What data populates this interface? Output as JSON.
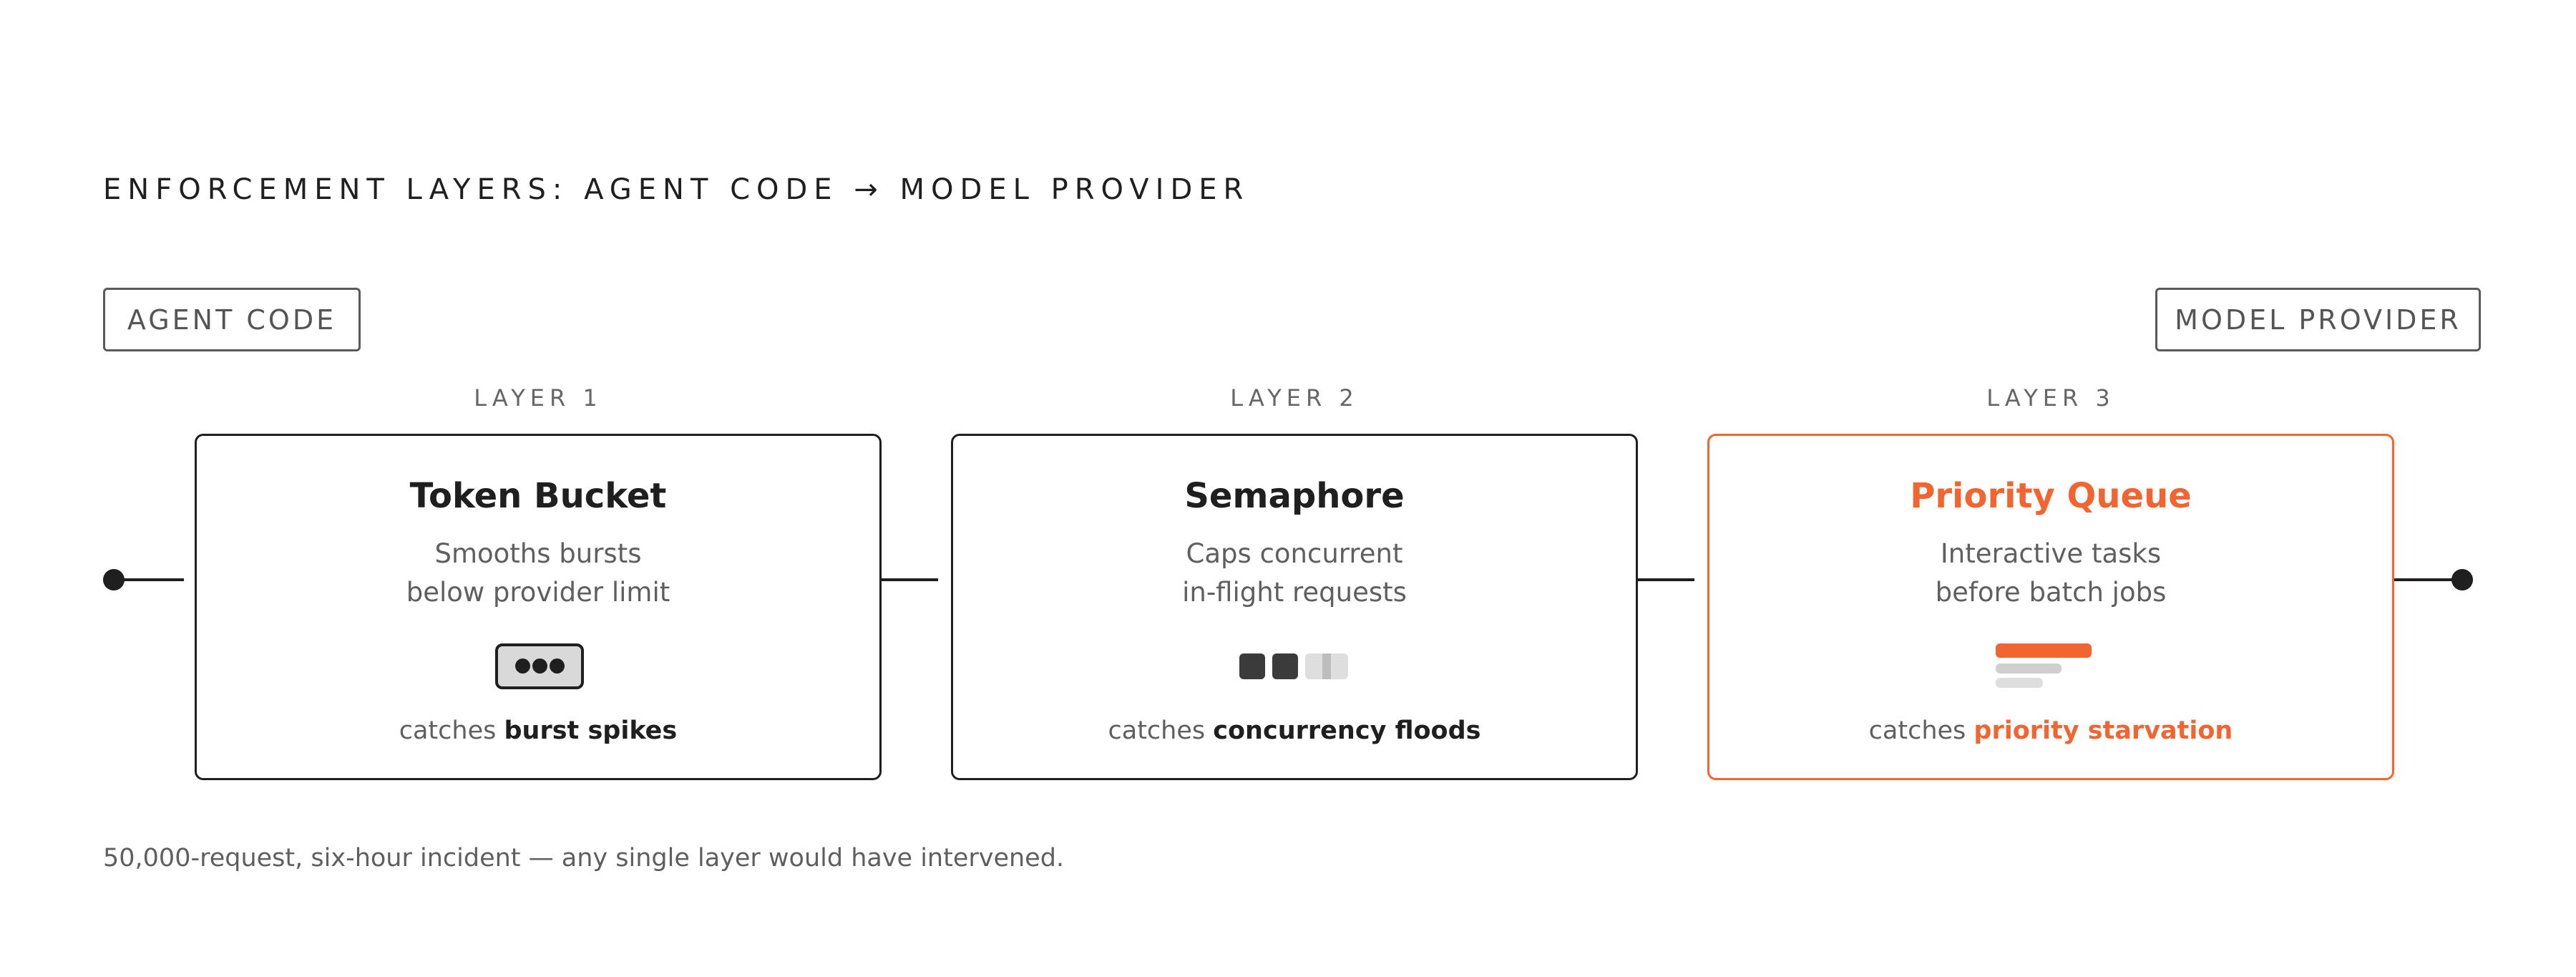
{
  "title": "ENFORCEMENT LAYERS: AGENT CODE → MODEL PROVIDER",
  "endpoints": {
    "source": "AGENT CODE",
    "target": "MODEL PROVIDER"
  },
  "layers": [
    {
      "label": "LAYER 1",
      "name": "Token Bucket",
      "desc_line1": "Smooths bursts",
      "desc_line2": "below provider limit",
      "catches_prefix": "catches",
      "catches": "burst spikes",
      "icon": "bucket-tokens-icon"
    },
    {
      "label": "LAYER 2",
      "name": "Semaphore",
      "desc_line1": "Caps concurrent",
      "desc_line2": "in-flight requests",
      "catches_prefix": "catches",
      "catches": "concurrency floods",
      "icon": "semaphore-slots-icon"
    },
    {
      "label": "LAYER 3",
      "name": "Priority Queue",
      "desc_line1": "Interactive tasks",
      "desc_line2": "before batch jobs",
      "catches_prefix": "catches",
      "catches": "priority starvation",
      "icon": "priority-bars-icon",
      "highlighted": true
    }
  ],
  "footnote": "50,000-request, six-hour incident — any single layer would have intervened.",
  "colors": {
    "accent": "#f26430",
    "ink": "#1f1f1f",
    "muted": "#5f5f5f"
  }
}
